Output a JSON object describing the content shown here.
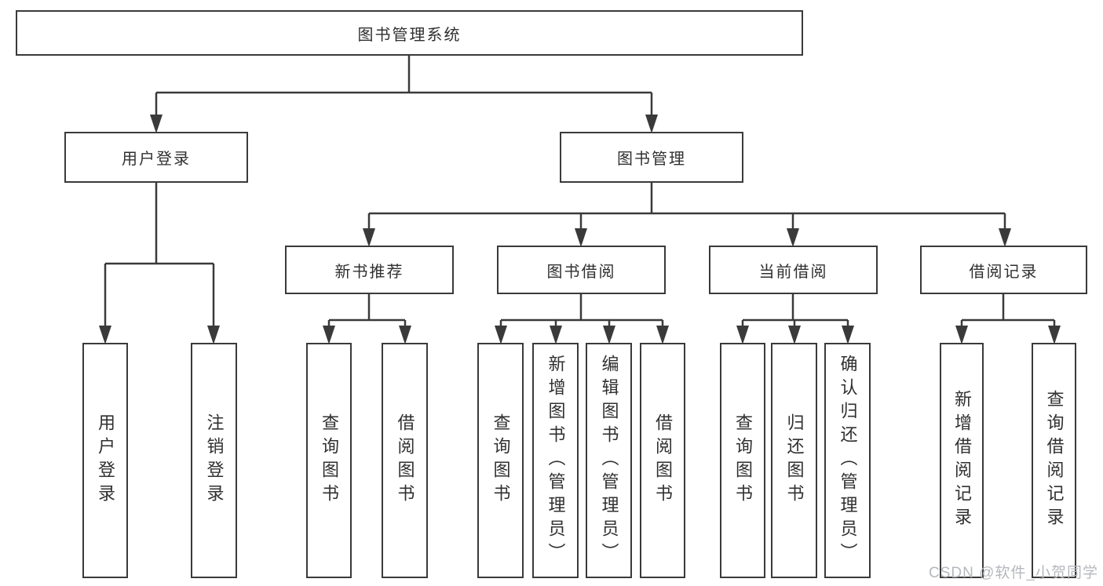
{
  "diagram": {
    "type": "tree-diagram",
    "title": "图书管理系统",
    "colors": {
      "background": "#ffffff",
      "line": "#3a3a3a",
      "box_border": "#3a3a3a",
      "text": "#303030",
      "watermark": "#b5b8bd"
    },
    "nodes": {
      "root": "图书管理系统",
      "user_login": "用户登录",
      "book_management": "图书管理",
      "new_book_recommend": "新书推荐",
      "book_borrow": "图书借阅",
      "current_borrow": "当前借阅",
      "borrow_records": "借阅记录",
      "leaf_user_login": "用户登录",
      "leaf_logout": "注销登录",
      "leaf_rec_query": "查询图书",
      "leaf_rec_borrow": "借阅图书",
      "leaf_bb_query": "查询图书",
      "leaf_bb_add": "新增图书（管理员）",
      "leaf_bb_edit": "编辑图书（管理员）",
      "leaf_bb_borrow": "借阅图书",
      "leaf_cb_query": "查询图书",
      "leaf_cb_return": "归还图书",
      "leaf_cb_confirm": "确认归还（管理员）",
      "leaf_br_add": "新增借阅记录",
      "leaf_br_query": "查询借阅记录"
    },
    "hierarchy": {
      "图书管理系统": {
        "用户登录": [
          "用户登录",
          "注销登录"
        ],
        "图书管理": {
          "新书推荐": [
            "查询图书",
            "借阅图书"
          ],
          "图书借阅": [
            "查询图书",
            "新增图书（管理员）",
            "编辑图书（管理员）",
            "借阅图书"
          ],
          "当前借阅": [
            "查询图书",
            "归还图书",
            "确认归还（管理员）"
          ],
          "借阅记录": [
            "新增借阅记录",
            "查询借阅记录"
          ]
        }
      }
    },
    "watermark": {
      "text": "CSDN @软件_小贺同学"
    }
  }
}
